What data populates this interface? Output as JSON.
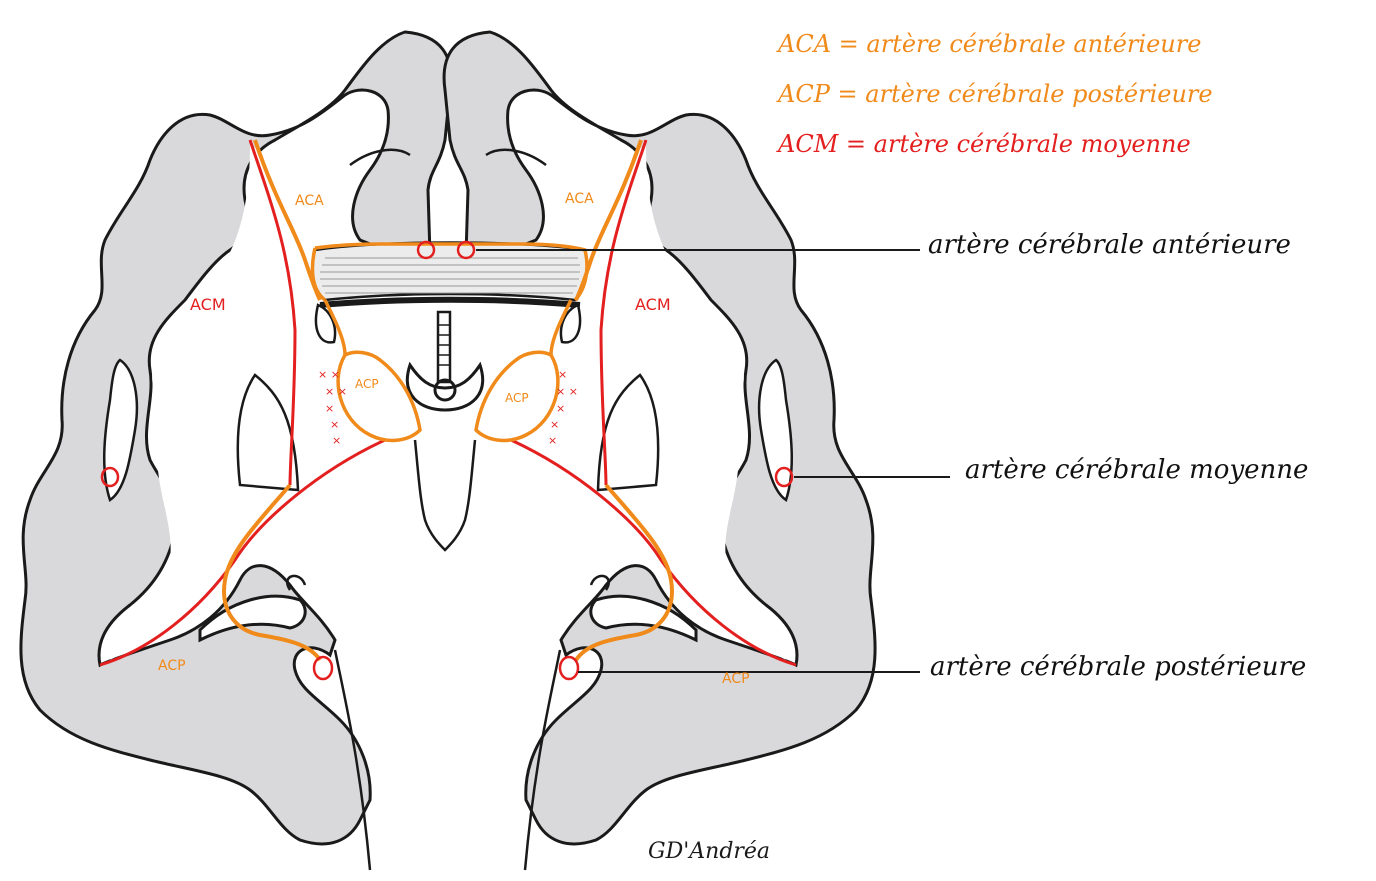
{
  "legend": {
    "line1_abbr": "ACA =",
    "line1_text": "artère cérébrale antérieure",
    "line2_abbr": "ACP =",
    "line2_text": "artère cérébrale postérieure",
    "line3_abbr": "ACM =",
    "line3_text": "artère cérébrale moyenne"
  },
  "callouts": {
    "anterior": "artère cérébrale antérieure",
    "middle": "artère cérébrale moyenne",
    "posterior": "artère cérébrale postérieure"
  },
  "regions": {
    "aca_left": "ACA",
    "aca_right": "ACA",
    "acm_left": "ACM",
    "acm_right": "ACM",
    "acp_inner_left": "ACP",
    "acp_inner_right": "ACP",
    "acp_lower_left": "ACP",
    "acp_lower_right": "ACP"
  },
  "signature": "GD'Andréa",
  "colors": {
    "orange": "#f08a1a",
    "red": "#e31f1f",
    "cortex_gray": "#d9d9db",
    "outline": "#1a1a1a"
  }
}
